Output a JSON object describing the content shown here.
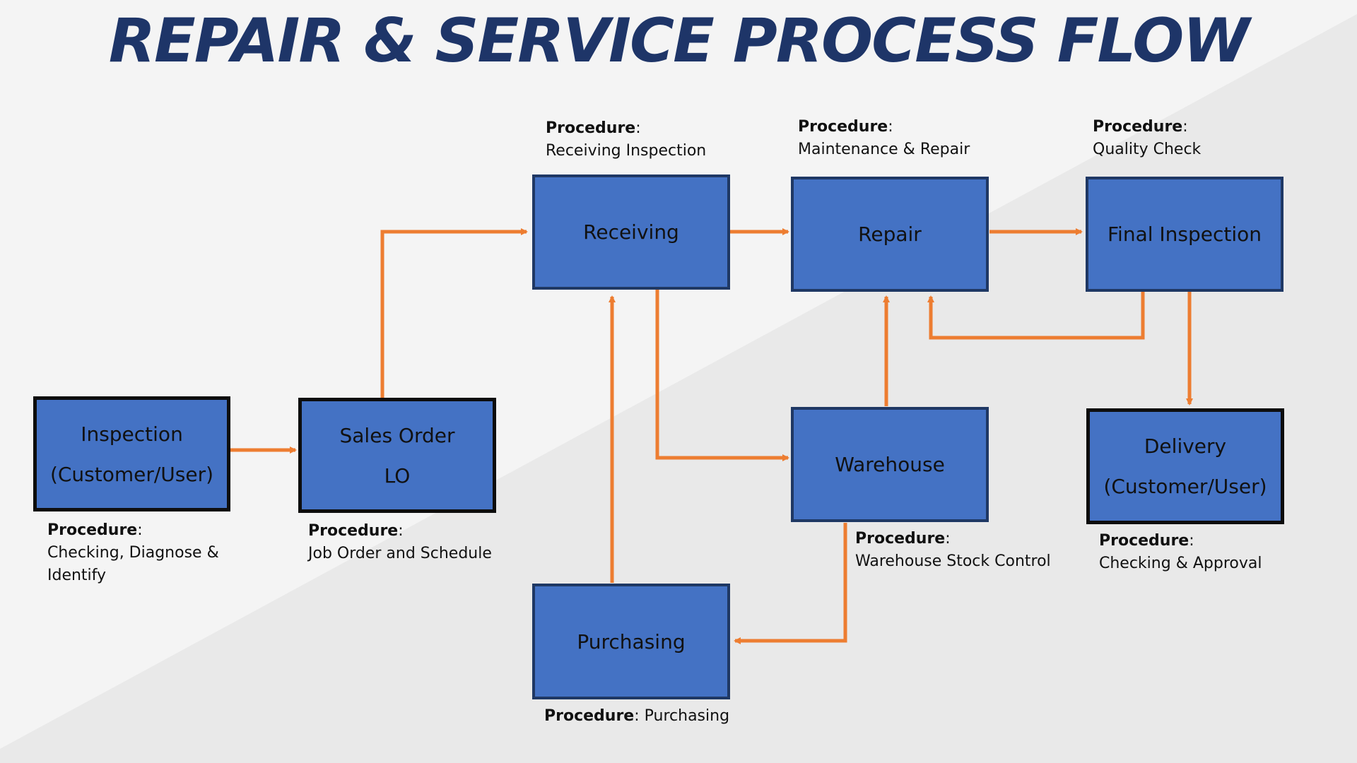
{
  "title": "REPAIR & SERVICE PROCESS FLOW",
  "colors": {
    "box_fill": "#4472c4",
    "box_border": "#1f3864",
    "arrow": "#ed7d31",
    "title": "#1e3568"
  },
  "nodes": {
    "inspection": {
      "line1": "Inspection",
      "line2": "(Customer/User)"
    },
    "sales_order": {
      "line1": "Sales Order",
      "line2": "LO"
    },
    "receiving": {
      "line1": "Receiving"
    },
    "repair": {
      "line1": "Repair"
    },
    "final_inspection": {
      "line1": "Final Inspection"
    },
    "warehouse": {
      "line1": "Warehouse"
    },
    "delivery": {
      "line1": "Delivery",
      "line2": "(Customer/User)"
    },
    "purchasing": {
      "line1": "Purchasing"
    }
  },
  "procedures": {
    "label": "Procedure",
    "inspection": [
      "Checking, Diagnose &",
      "Identify"
    ],
    "sales_order": "Job Order and Schedule",
    "receiving": "Receiving Inspection",
    "repair": "Maintenance & Repair",
    "final_inspection": "Quality Check",
    "warehouse": "Warehouse Stock Control",
    "delivery": "Checking & Approval",
    "purchasing": "Purchasing"
  },
  "edges": [
    {
      "from": "inspection",
      "to": "sales_order"
    },
    {
      "from": "sales_order",
      "to": "receiving"
    },
    {
      "from": "receiving",
      "to": "repair"
    },
    {
      "from": "repair",
      "to": "final_inspection"
    },
    {
      "from": "receiving",
      "to": "warehouse"
    },
    {
      "from": "warehouse",
      "to": "repair"
    },
    {
      "from": "final_inspection",
      "to": "repair"
    },
    {
      "from": "final_inspection",
      "to": "delivery"
    },
    {
      "from": "warehouse",
      "to": "purchasing"
    },
    {
      "from": "purchasing",
      "to": "receiving"
    }
  ]
}
